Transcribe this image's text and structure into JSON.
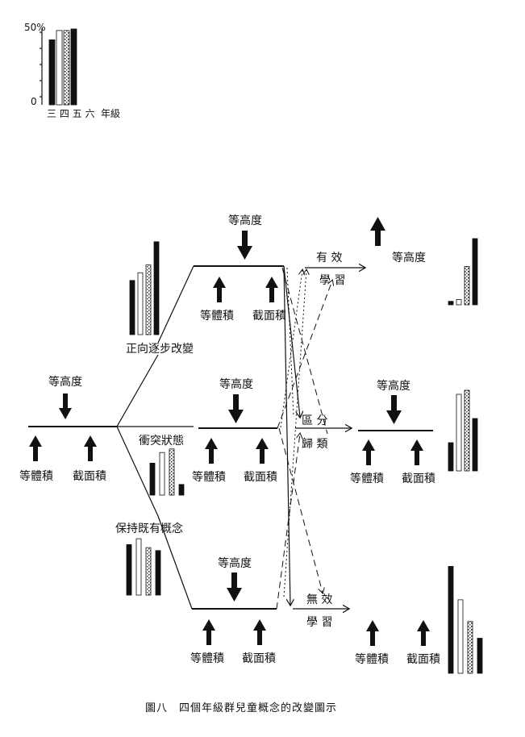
{
  "caption": "圖八　四個年級群兒童概念的改變圖示",
  "legend_chart": {
    "y_max_label": "50%",
    "y_min_label": "0",
    "grades_label": "三 四 五 六",
    "axis_label": "年級"
  },
  "concept_labels": {
    "height": "等高度",
    "volume": "等體積",
    "cross_section": "截面積"
  },
  "states": {
    "initial": "",
    "positive_change": "正向逐步改變",
    "conflict": "衝突狀態",
    "maintain": "保持既有概念"
  },
  "outcomes": {
    "effective_top": "有 效",
    "effective_bottom": "學 習",
    "classify_top": "區 分",
    "classify_bottom": "歸 類",
    "ineffective_top": "無 效",
    "ineffective_bottom": "學 習"
  },
  "chart_data": [
    {
      "type": "bar",
      "categories": [
        "三",
        "四",
        "五",
        "六"
      ],
      "values": [
        42,
        48,
        48,
        49
      ],
      "ylim": [
        0,
        50
      ],
      "title": "",
      "xlabel": "年級",
      "ylabel": ""
    },
    {
      "type": "bar",
      "categories": [
        "三",
        "四",
        "五",
        "六"
      ],
      "values": [
        28,
        32,
        36,
        48
      ],
      "ylim": [
        0,
        50
      ]
    },
    {
      "type": "bar",
      "categories": [
        "三",
        "四",
        "五",
        "六"
      ],
      "values": [
        18,
        24,
        26,
        6
      ],
      "ylim": [
        0,
        50
      ]
    },
    {
      "type": "bar",
      "categories": [
        "三",
        "四",
        "五",
        "六"
      ],
      "values": [
        34,
        38,
        32,
        30
      ],
      "ylim": [
        0,
        50
      ]
    },
    {
      "type": "bar",
      "categories": [
        "三",
        "四",
        "五",
        "六"
      ],
      "values": [
        2,
        3,
        22,
        38
      ],
      "ylim": [
        0,
        50
      ]
    },
    {
      "type": "bar",
      "categories": [
        "三",
        "四",
        "五",
        "六"
      ],
      "values": [
        14,
        38,
        40,
        26
      ],
      "ylim": [
        0,
        50
      ]
    },
    {
      "type": "bar",
      "categories": [
        "三",
        "四",
        "五",
        "六"
      ],
      "values": [
        64,
        44,
        31,
        21
      ],
      "ylim": [
        0,
        70
      ]
    }
  ]
}
